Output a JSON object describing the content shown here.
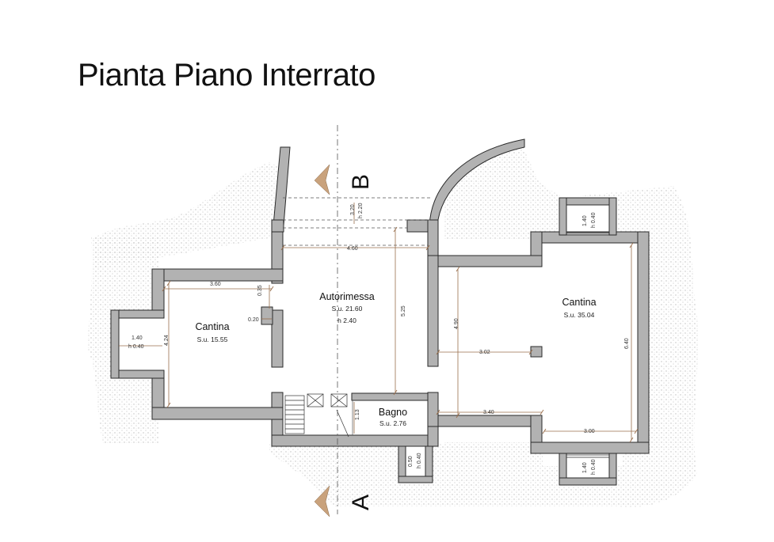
{
  "title": "Pianta Piano Interrato",
  "colors": {
    "wall_fill": "#b2b2b2",
    "wall_stroke": "#2a2a2a",
    "terrain_hatch": "#c9c9c9",
    "dimension": "#9a6f4c",
    "height_label": "#7fc241",
    "section_marker": "#c9a27c"
  },
  "sections": {
    "top": "B",
    "bottom": "A"
  },
  "rooms": {
    "cantina_left": {
      "name": "Cantina",
      "area": "S.u. 15.55"
    },
    "autorimessa": {
      "name": "Autorimessa",
      "area": "S.u. 21.60",
      "height": "h 2.40"
    },
    "cantina_right": {
      "name": "Cantina",
      "area": "S.u. 35.04"
    },
    "bagno": {
      "name": "Bagno",
      "area": "S.u. 2.76"
    }
  },
  "dimensions": {
    "ramp_length": "3.20",
    "ramp_height": "h 2.20",
    "garage_width": "4.60",
    "garage_depth": "5.25",
    "left_width": "3.60",
    "left_depth": "4.24",
    "niche_offset_a": "0.35",
    "niche_offset_b": "0.20",
    "left_window_width": "1.40",
    "left_window_height": "h 0.40",
    "right_depth_a": "4.90",
    "right_width_a": "3.02",
    "right_width_b": "3.40",
    "right_width_c": "3.00",
    "right_depth_b": "6.40",
    "top_window_width": "1.40",
    "top_window_height": "h 0.40",
    "bottom_window_width": "1.40",
    "bottom_window_height": "h 0.40",
    "bath_depth": "1.13",
    "bath_window_width": "0.50",
    "bath_window_height": "h 0.40"
  }
}
